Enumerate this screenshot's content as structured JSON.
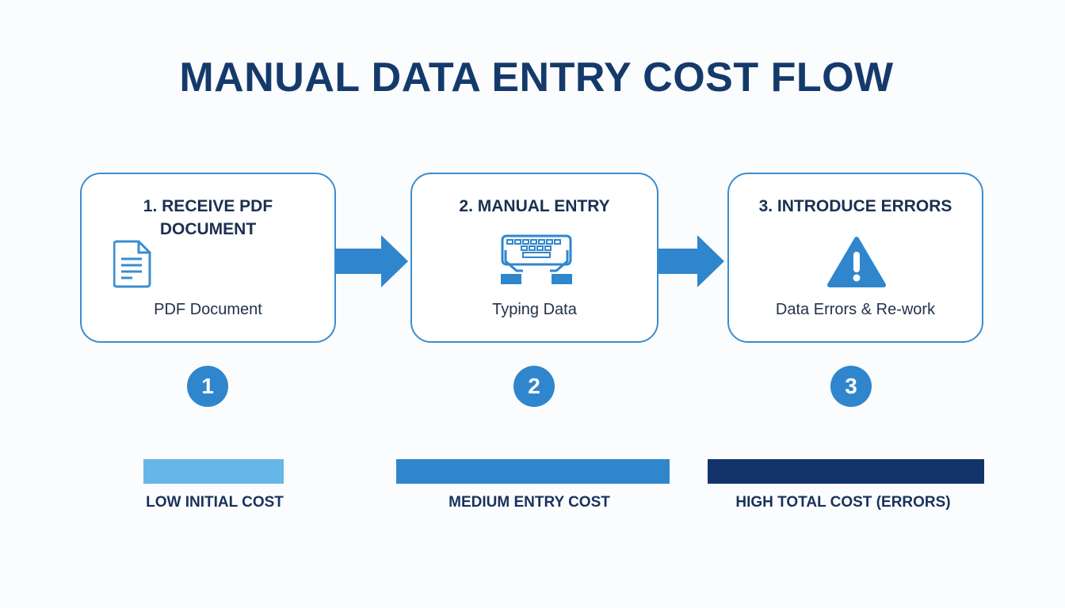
{
  "title": "MANUAL DATA ENTRY COST FLOW",
  "steps": [
    {
      "title": "1. RECEIVE PDF DOCUMENT",
      "subtitle": "PDF Document",
      "icon": "document-icon",
      "number": "1"
    },
    {
      "title": "2. MANUAL ENTRY",
      "subtitle": "Typing Data",
      "icon": "keyboard-typing-icon",
      "number": "2"
    },
    {
      "title": "3. INTRODUCE ERRORS",
      "subtitle": "Data Errors & Re-work",
      "icon": "warning-icon",
      "number": "3"
    }
  ],
  "costs": [
    {
      "label": "LOW INITIAL COST",
      "color": "#66b6e8"
    },
    {
      "label": "MEDIUM ENTRY COST",
      "color": "#2f86cc"
    },
    {
      "label": "HIGH TOTAL COST (ERRORS)",
      "color": "#13346a"
    }
  ],
  "colors": {
    "accent": "#2f86cc",
    "dark": "#143a6c"
  }
}
